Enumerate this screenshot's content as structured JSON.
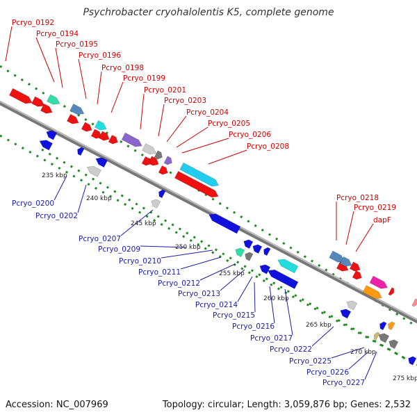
{
  "title": "Psychrobacter cryohalolentis K5, complete genome",
  "footer": {
    "accession": "Accession: NC_007969",
    "summary": "Topology: circular; Length: 3,059,876 bp; Genes: 2,532"
  },
  "colors": {
    "forward": "#ee1111",
    "reverse": "#1111dd",
    "forward_label": "#cc0000",
    "reverse_label": "#1a1aaa",
    "dots": "#1f8a1f",
    "backbone": "#777777"
  },
  "ticks": [
    "235 kbp",
    "240 kbp",
    "245 kbp",
    "250 kbp",
    "255 kbp",
    "260 kbp",
    "265 kbp",
    "270 kbp",
    "275 kbp"
  ],
  "forward_labels": [
    "Pcryo_0192",
    "Pcryo_0194",
    "Pcryo_0195",
    "Pcryo_0196",
    "Pcryo_0198",
    "Pcryo_0199",
    "Pcryo_0201",
    "Pcryo_0203",
    "Pcryo_0204",
    "Pcryo_0205",
    "Pcryo_0206",
    "Pcryo_0208",
    "Pcryo_0218",
    "Pcryo_0219",
    "dapF"
  ],
  "reverse_labels": [
    "Pcryo_0200",
    "Pcryo_0202",
    "Pcryo_0207",
    "Pcryo_0209",
    "Pcryo_0210",
    "Pcryo_0211",
    "Pcryo_0212",
    "Pcryo_0213",
    "Pcryo_0214",
    "Pcryo_0215",
    "Pcryo_0216",
    "Pcryo_0217",
    "Pcryo_0222",
    "Pcryo_0225",
    "Pcryo_0226",
    "Pcryo_0227"
  ],
  "genes": [
    {
      "strand": "fwd",
      "color": "#ee1111"
    },
    {
      "strand": "fwd",
      "color": "#ee1111"
    },
    {
      "strand": "fwd",
      "color": "#ee1111"
    },
    {
      "strand": "fwd",
      "color": "#ee1111"
    },
    {
      "strand": "fwd",
      "color": "#ee1111"
    },
    {
      "strand": "fwd",
      "color": "#33ddaa"
    },
    {
      "strand": "fwd",
      "color": "#5588bb"
    },
    {
      "strand": "fwd",
      "color": "#ee1111"
    },
    {
      "strand": "fwd",
      "color": "#ee1111"
    },
    {
      "strand": "fwd",
      "color": "#22dddd"
    },
    {
      "strand": "fwd",
      "color": "#ee1111"
    },
    {
      "strand": "fwd",
      "color": "#8866cc"
    },
    {
      "strand": "fwd",
      "color": "#cccccc"
    },
    {
      "strand": "fwd",
      "color": "#ee1111"
    },
    {
      "strand": "fwd",
      "color": "#ee1111"
    },
    {
      "strand": "fwd",
      "color": "#777777"
    },
    {
      "strand": "fwd",
      "color": "#8866cc"
    },
    {
      "strand": "fwd",
      "color": "#ee1111"
    },
    {
      "strand": "fwd",
      "color": "#22ccee"
    },
    {
      "strand": "fwd",
      "color": "#ee1111"
    },
    {
      "strand": "fwd",
      "color": "#5588bb"
    },
    {
      "strand": "fwd",
      "color": "#ee1111"
    },
    {
      "strand": "fwd",
      "color": "#5588bb"
    },
    {
      "strand": "fwd",
      "color": "#ee1111"
    },
    {
      "strand": "fwd",
      "color": "#ee1111"
    },
    {
      "strand": "fwd",
      "color": "#ee22aa"
    },
    {
      "strand": "fwd",
      "color": "#ff9911"
    },
    {
      "strand": "fwd",
      "color": "#ee1111"
    },
    {
      "strand": "fwd",
      "color": "#ff8888"
    },
    {
      "strand": "rev",
      "color": "#1111dd"
    },
    {
      "strand": "rev",
      "color": "#1111dd"
    },
    {
      "strand": "rev",
      "color": "#1111dd"
    },
    {
      "strand": "rev",
      "color": "#cccccc"
    },
    {
      "strand": "rev",
      "color": "#1111dd"
    },
    {
      "strand": "rev",
      "color": "#1111dd"
    },
    {
      "strand": "rev",
      "color": "#cccccc"
    },
    {
      "strand": "rev",
      "color": "#1111dd"
    },
    {
      "strand": "rev",
      "color": "#33ddaa"
    },
    {
      "strand": "rev",
      "color": "#777777"
    },
    {
      "strand": "rev",
      "color": "#1111dd"
    },
    {
      "strand": "rev",
      "color": "#1111dd"
    },
    {
      "strand": "rev",
      "color": "#1111dd"
    },
    {
      "strand": "rev",
      "color": "#1111dd"
    },
    {
      "strand": "rev",
      "color": "#22dddd"
    },
    {
      "strand": "rev",
      "color": "#1111dd"
    },
    {
      "strand": "rev",
      "color": "#1111dd"
    },
    {
      "strand": "rev",
      "color": "#cccccc"
    },
    {
      "strand": "rev",
      "color": "#1111dd"
    },
    {
      "strand": "rev",
      "color": "#ff9911"
    },
    {
      "strand": "rev",
      "color": "#777777"
    },
    {
      "strand": "rev",
      "color": "#ccbb77"
    },
    {
      "strand": "rev",
      "color": "#777777"
    }
  ]
}
